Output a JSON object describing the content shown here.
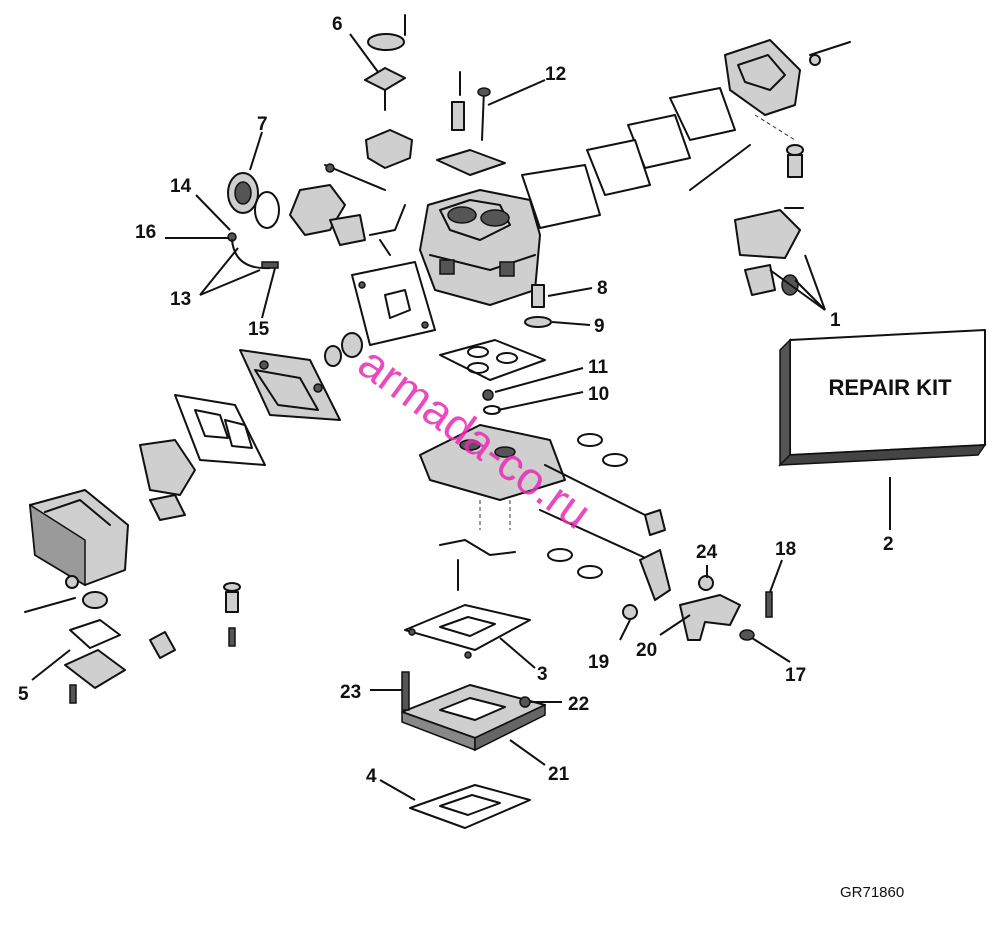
{
  "diagram": {
    "callouts": [
      {
        "id": "c1",
        "text": "1"
      },
      {
        "id": "c2",
        "text": "2"
      },
      {
        "id": "c3",
        "text": "3"
      },
      {
        "id": "c4",
        "text": "4"
      },
      {
        "id": "c5",
        "text": "5"
      },
      {
        "id": "c6",
        "text": "6"
      },
      {
        "id": "c7",
        "text": "7"
      },
      {
        "id": "c8",
        "text": "8"
      },
      {
        "id": "c9",
        "text": "9"
      },
      {
        "id": "c10",
        "text": "10"
      },
      {
        "id": "c11",
        "text": "11"
      },
      {
        "id": "c12",
        "text": "12"
      },
      {
        "id": "c13",
        "text": "13"
      },
      {
        "id": "c14",
        "text": "14"
      },
      {
        "id": "c15",
        "text": "15"
      },
      {
        "id": "c16",
        "text": "16"
      },
      {
        "id": "c17",
        "text": "17"
      },
      {
        "id": "c18",
        "text": "18"
      },
      {
        "id": "c19",
        "text": "19"
      },
      {
        "id": "c20",
        "text": "20"
      },
      {
        "id": "c21",
        "text": "21"
      },
      {
        "id": "c22",
        "text": "22"
      },
      {
        "id": "c23",
        "text": "23"
      },
      {
        "id": "c24",
        "text": "24"
      }
    ],
    "repair_kit_label": "REPAIR KIT",
    "figure_code": "GR71860",
    "watermark": "armada-co.ru"
  },
  "colors": {
    "ink": "#111111",
    "watermark": "#e82bb3",
    "background": "#ffffff"
  }
}
